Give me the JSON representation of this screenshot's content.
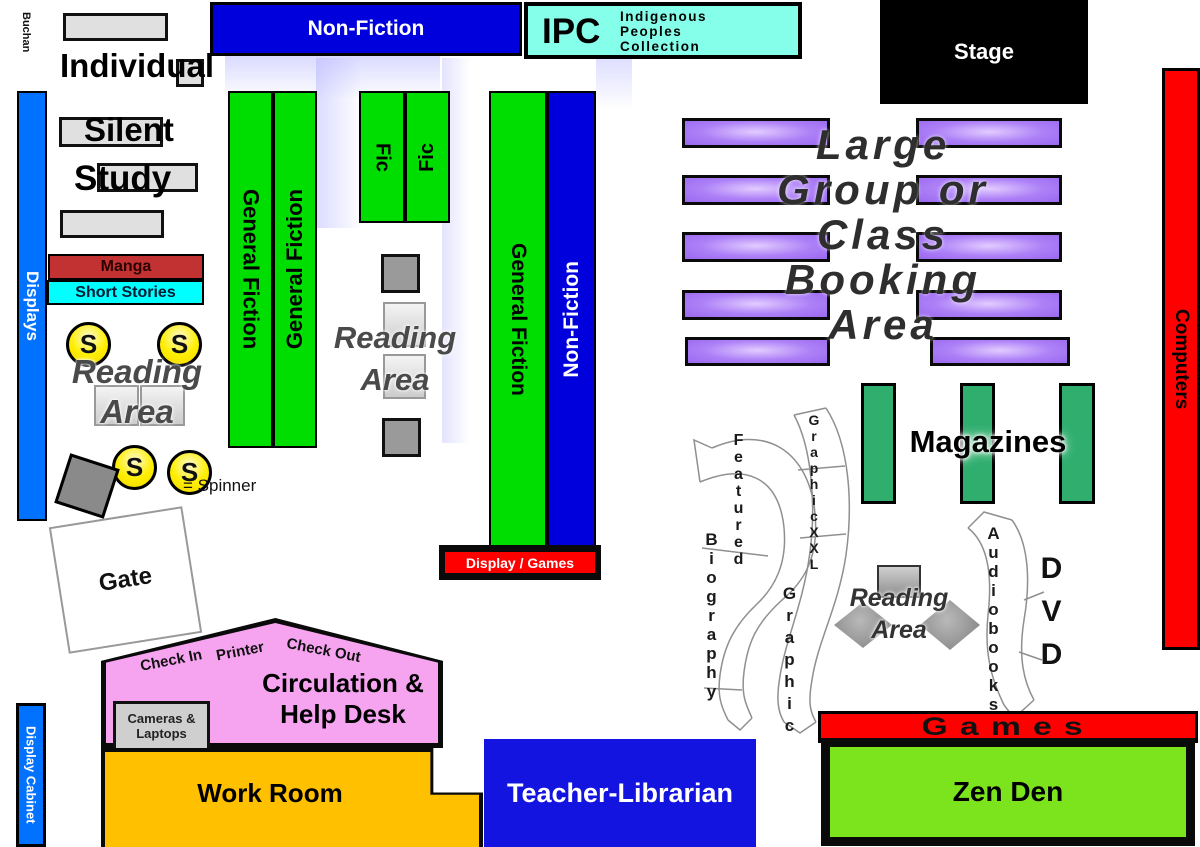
{
  "map": {
    "buchan": "Buchan",
    "displays": "Displays",
    "individual_silent_study": [
      "Individual",
      "Silent",
      "Study"
    ],
    "manga": "Manga",
    "short_stories": "Short Stories",
    "nonfiction_banner": "Non-Fiction",
    "ipc": {
      "abbr": "IPC",
      "lines": [
        "Indigenous",
        "Peoples",
        "Collection"
      ]
    },
    "stage": "Stage",
    "computers": "Computers",
    "general_fiction": "General Fiction",
    "fic": "Fic",
    "nonfiction": "Non-Fiction",
    "display_games": "Display / Games",
    "reading": "Reading",
    "area": "Area",
    "spinner_symbol": "S",
    "spinner_note": "= Spinner",
    "gate": "Gate",
    "large_group_lines": [
      "Large",
      "Group or",
      "Class",
      "Booking",
      "Area"
    ],
    "magazines": "Magazines",
    "featured": "Featured",
    "graphic_xxl": "GraphicXXL",
    "biography": "Biography",
    "graphic": "Graphic",
    "audiobooks": "Audiobooks",
    "dvd": "DVD",
    "games": "Games",
    "zen_den": "Zen Den",
    "check_in": "Check In",
    "printer": "Printer",
    "check_out": "Check Out",
    "circulation_lines": [
      "Circulation &",
      "Help Desk"
    ],
    "cameras_lines": [
      "Cameras &",
      "Laptops"
    ],
    "work_room": "Work Room",
    "teacher_librarian": "Teacher-Librarian",
    "display_cabinet": "Display Cabinet"
  },
  "colors": {
    "shelf_green": "#00dd00",
    "banner_blue": "#0000dd",
    "display_blue": "#0072ff",
    "ipc_cyan": "#85ffe9",
    "short_stories_cyan": "#00ffff",
    "manga_red": "#c23232",
    "red": "#ff0000",
    "table_purple": "#a97ef5",
    "magazine_green": "#2fae6e",
    "zen_green": "#7ce41c",
    "work_orange": "#ffc000",
    "circulation_pink": "#f7a4f0",
    "spinner_yellow": "#ffee00",
    "stage_black": "#000000"
  }
}
